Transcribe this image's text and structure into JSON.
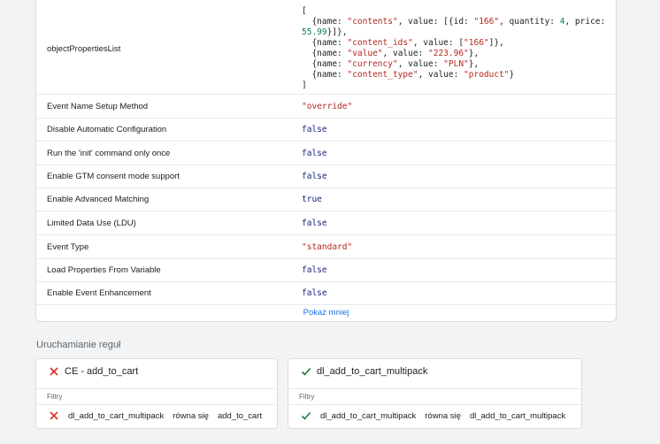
{
  "properties": {
    "object_properties_list": {
      "name": "objectPropertiesList",
      "lines": [
        [
          [
            "p",
            "["
          ]
        ],
        [
          [
            "p",
            "  {name: "
          ],
          [
            "s",
            "\"contents\""
          ],
          [
            "p",
            ", value: [{id: "
          ],
          [
            "s",
            "\"166\""
          ],
          [
            "p",
            ", quantity: "
          ],
          [
            "n",
            "4"
          ],
          [
            "p",
            ", price:"
          ]
        ],
        [
          [
            "n",
            "55.99"
          ],
          [
            "p",
            "}]},"
          ]
        ],
        [
          [
            "p",
            "  {name: "
          ],
          [
            "s",
            "\"content_ids\""
          ],
          [
            "p",
            ", value: ["
          ],
          [
            "s",
            "\"166\""
          ],
          [
            "p",
            "]},"
          ]
        ],
        [
          [
            "p",
            "  {name: "
          ],
          [
            "s",
            "\"value\""
          ],
          [
            "p",
            ", value: "
          ],
          [
            "s",
            "\"223.96\""
          ],
          [
            "p",
            "},"
          ]
        ],
        [
          [
            "p",
            "  {name: "
          ],
          [
            "s",
            "\"currency\""
          ],
          [
            "p",
            ", value: "
          ],
          [
            "s",
            "\"PLN\""
          ],
          [
            "p",
            "},"
          ]
        ],
        [
          [
            "p",
            "  {name: "
          ],
          [
            "s",
            "\"content_type\""
          ],
          [
            "p",
            ", value: "
          ],
          [
            "s",
            "\"product\""
          ],
          [
            "p",
            "}"
          ]
        ],
        [
          [
            "p",
            "]"
          ]
        ]
      ]
    },
    "rows": [
      {
        "name": "Event Name Setup Method",
        "value": "\"override\""
      },
      {
        "name": "Disable Automatic Configuration",
        "value": "false"
      },
      {
        "name": "Run the 'init' command only once",
        "value": "false"
      },
      {
        "name": "Enable GTM consent mode support",
        "value": "false"
      },
      {
        "name": "Enable Advanced Matching",
        "value": "true"
      },
      {
        "name": "Limited Data Use (LDU)",
        "value": "false"
      },
      {
        "name": "Event Type",
        "value": "\"standard\""
      },
      {
        "name": "Load Properties From Variable",
        "value": "false"
      },
      {
        "name": "Enable Event Enhancement",
        "value": "false"
      }
    ],
    "show_less": "Pokaż mniej"
  },
  "triggers": {
    "title": "Uruchamianie reguł",
    "filters_label": "Filtry",
    "items": [
      {
        "name": "CE - add_to_cart",
        "status_icon": "cross-icon",
        "filter": {
          "status_icon": "cross-icon",
          "variable": "dl_add_to_cart_multipack",
          "operator": "równa się",
          "value": "add_to_cart"
        }
      },
      {
        "name": "dl_add_to_cart_multipack",
        "status_icon": "check-icon",
        "filter": {
          "status_icon": "check-icon",
          "variable": "dl_add_to_cart_multipack",
          "operator": "równa się",
          "value": "dl_add_to_cart_multipack"
        }
      }
    ]
  },
  "colors": {
    "fail": "#d93025",
    "pass": "#188038",
    "link": "#1a73e8"
  }
}
